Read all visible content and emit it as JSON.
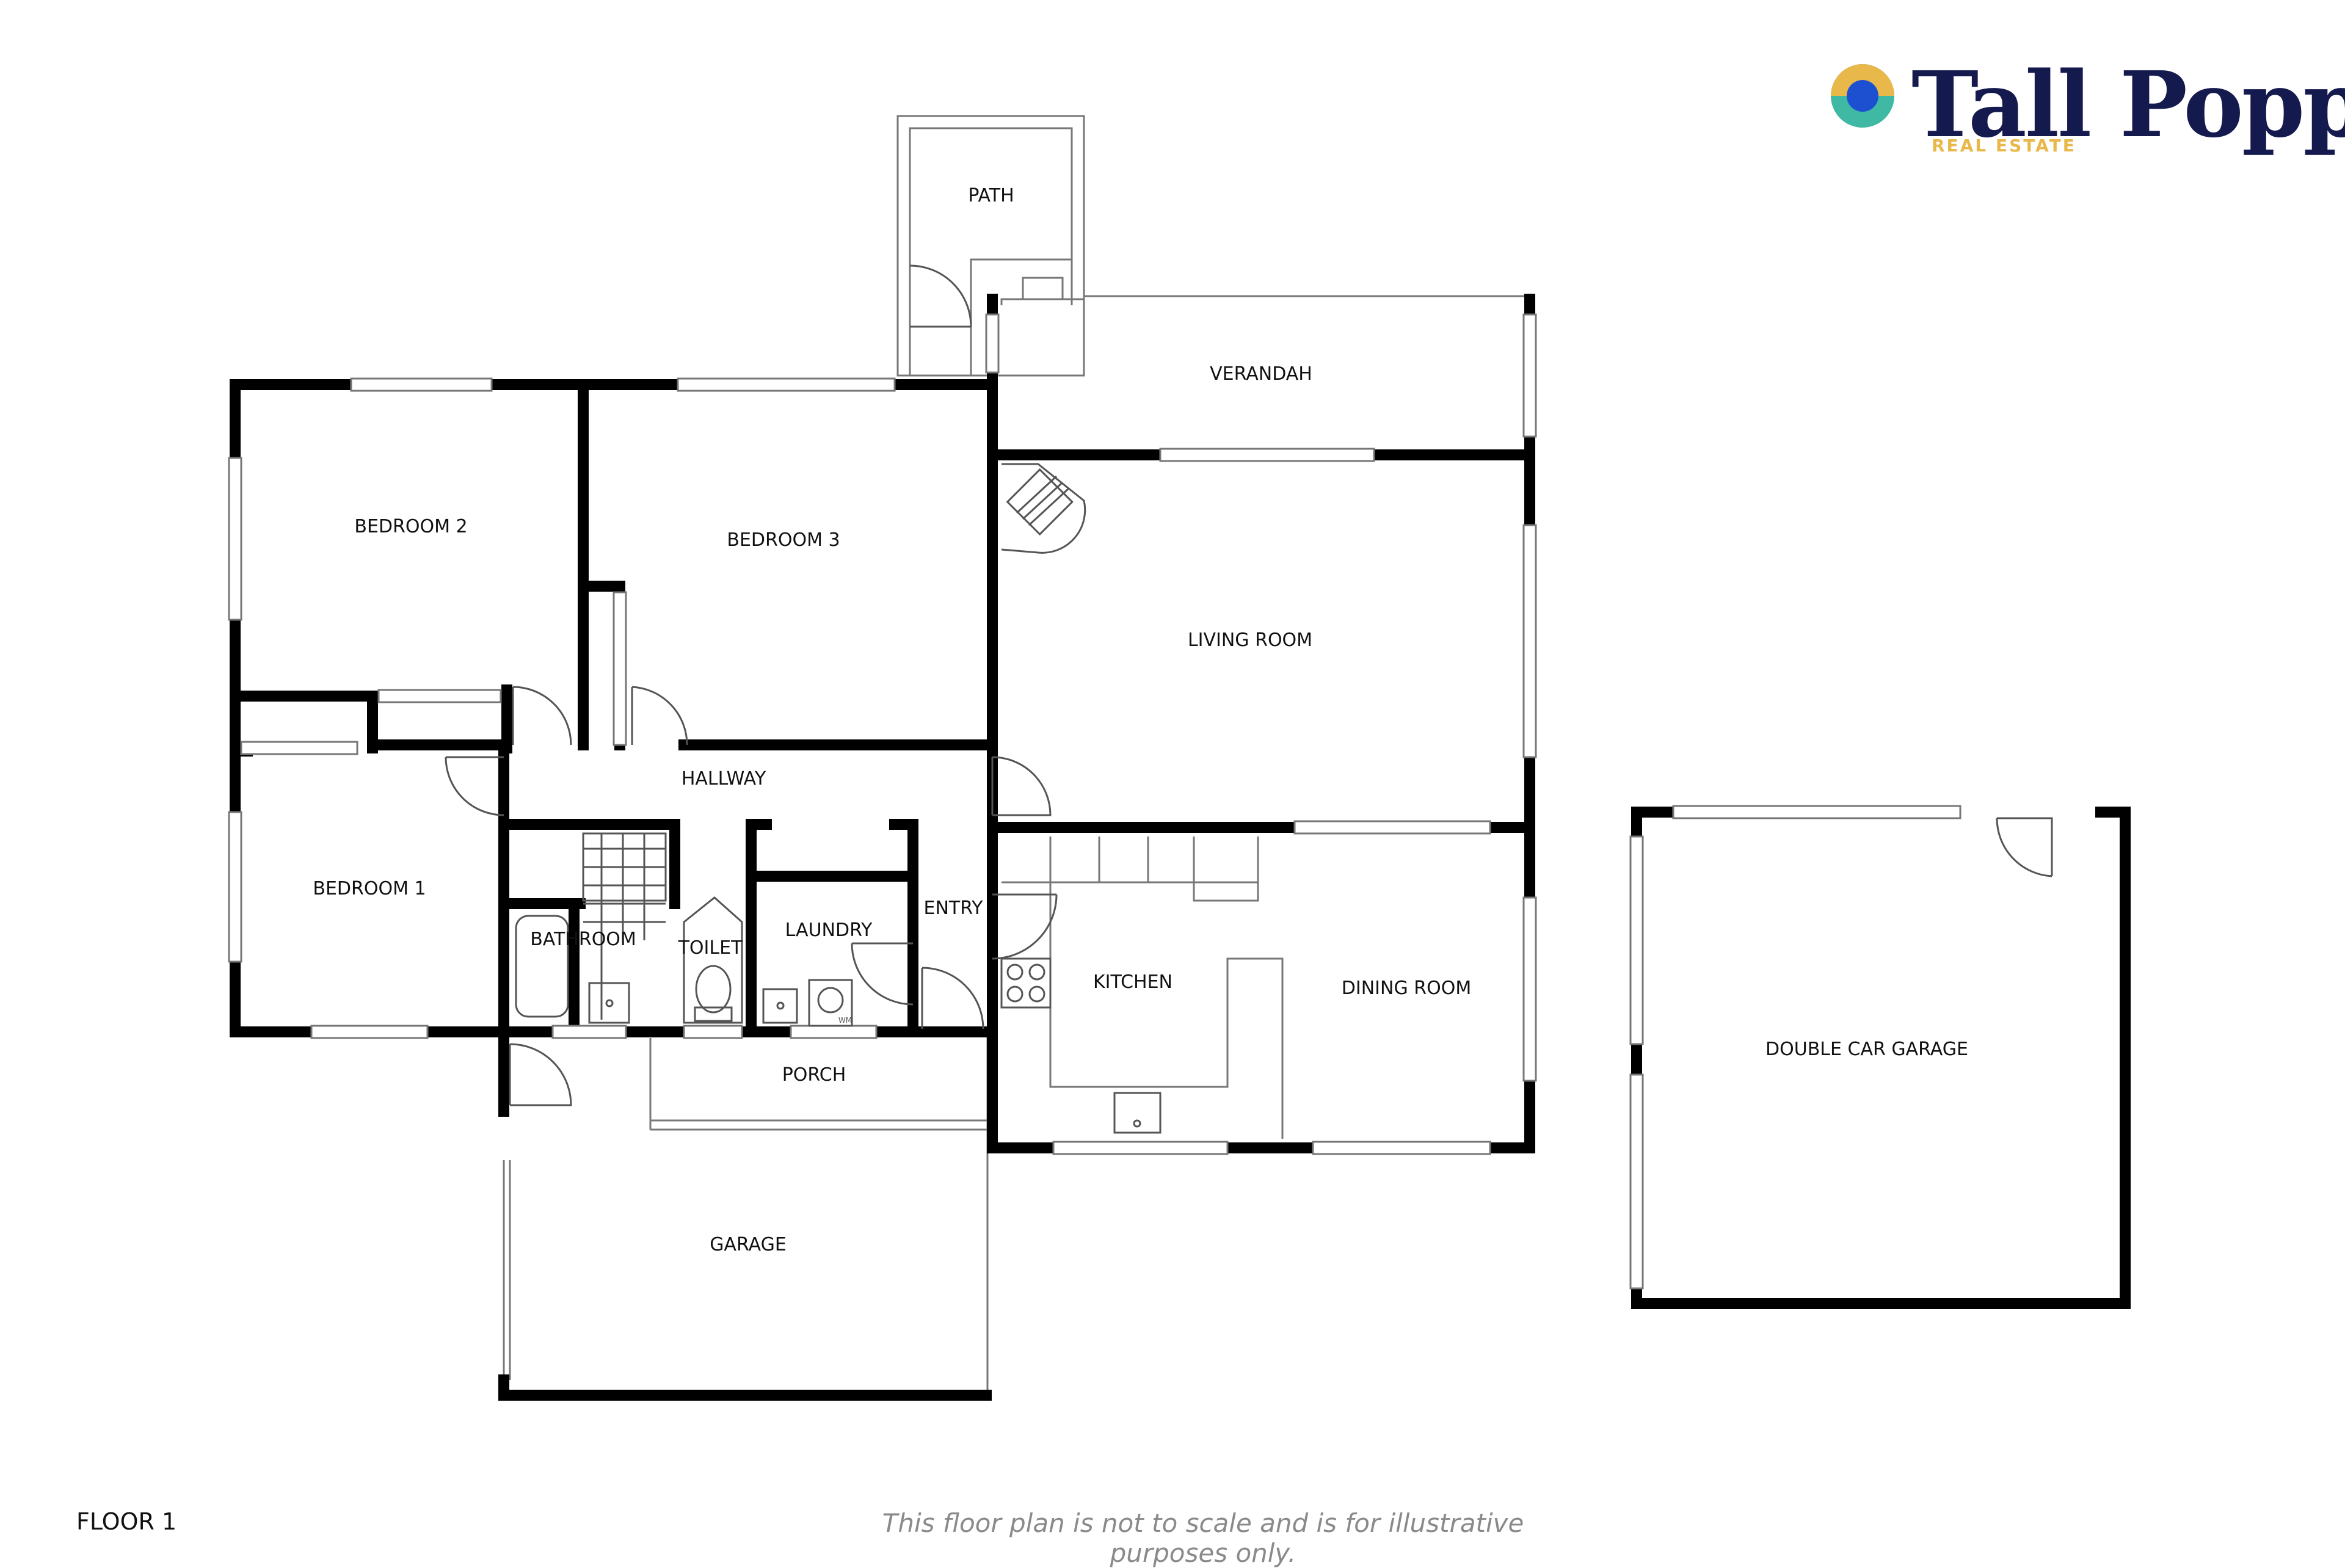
{
  "brand": {
    "name": "Tall Poppy",
    "sub": "REAL ESTATE",
    "colors": {
      "navy": "#141a4e",
      "gold": "#e8b84a",
      "teal": "#3fb8a4",
      "blue": "#1d4fd1"
    }
  },
  "floor_label": "FLOOR 1",
  "disclaimer": "This floor plan is not to scale and is for illustrative purposes only.",
  "rooms": {
    "path": "PATH",
    "verandah": "VERANDAH",
    "bedroom2": "BEDROOM 2",
    "bedroom3": "BEDROOM 3",
    "living_room": "LIVING ROOM",
    "hallway": "HALLWAY",
    "bedroom1": "BEDROOM 1",
    "bathroom": "BATHROOM",
    "toilet": "TOILET",
    "laundry": "LAUNDRY",
    "entry": "ENTRY",
    "kitchen": "KITCHEN",
    "dining_room": "DINING ROOM",
    "porch": "PORCH",
    "garage": "GARAGE",
    "double_car_garage": "DOUBLE CAR GARAGE"
  },
  "appliance_marks": {
    "washer": "WM"
  }
}
